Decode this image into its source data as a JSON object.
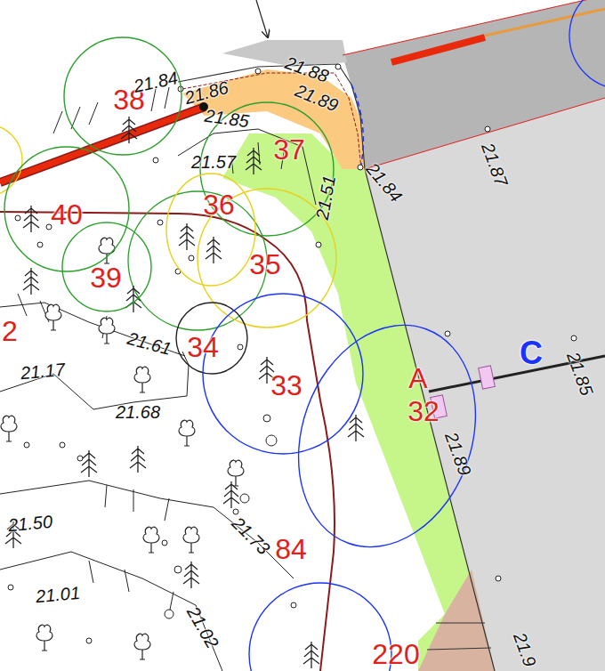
{
  "diagram": {
    "nodes": [
      {
        "text": [
          "38"
        ]
      },
      {
        "text": [
          "37"
        ]
      },
      {
        "text": [
          "36"
        ]
      },
      {
        "text": [
          "40"
        ]
      },
      {
        "text": [
          "35"
        ]
      },
      {
        "text": [
          "39"
        ]
      },
      {
        "text": [
          "34"
        ]
      },
      {
        "text": [
          "33"
        ]
      },
      {
        "text": [
          "32"
        ]
      },
      {
        "text": [
          "220"
        ]
      }
    ],
    "labels": [
      "21.84",
      "21.86",
      "21.88",
      "21.89",
      "21.85",
      "21.57",
      "21.51",
      "21.84",
      "21.87",
      "C",
      "A",
      "2",
      "21.61",
      "21.17",
      "21.85",
      "21.68",
      "21.89",
      "21.50",
      "21.73",
      "84",
      "21.01",
      "21.02",
      "21.9"
    ]
  }
}
